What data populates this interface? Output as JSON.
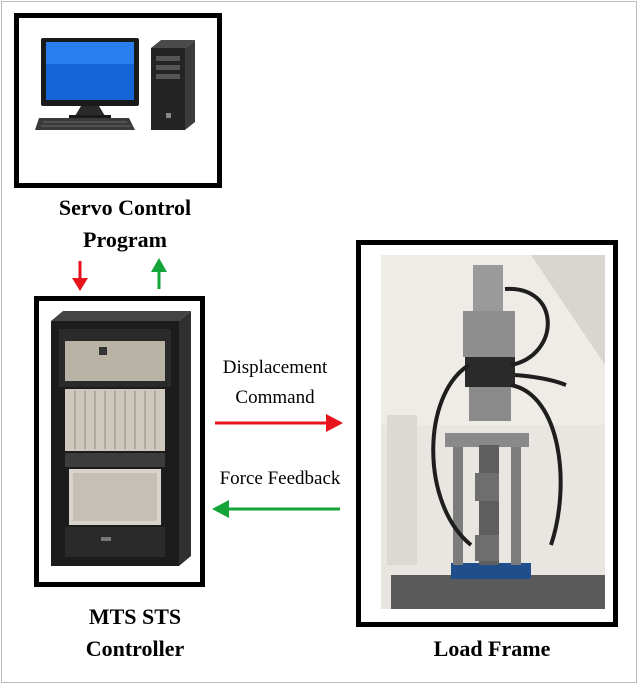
{
  "nodes": {
    "computer": {
      "label_line1": "Servo Control",
      "label_line2": "Program"
    },
    "controller": {
      "label_line1": "MTS STS",
      "label_line2": "Controller"
    },
    "load_frame": {
      "label": "Load Frame"
    }
  },
  "edges": {
    "command": {
      "label_line1": "Displacement",
      "label_line2": "Command",
      "color": "#e8141b"
    },
    "feedback": {
      "label": "Force Feedback",
      "color": "#13a538"
    },
    "down_arrow_color": "#e8141b",
    "up_arrow_color": "#13a538"
  }
}
